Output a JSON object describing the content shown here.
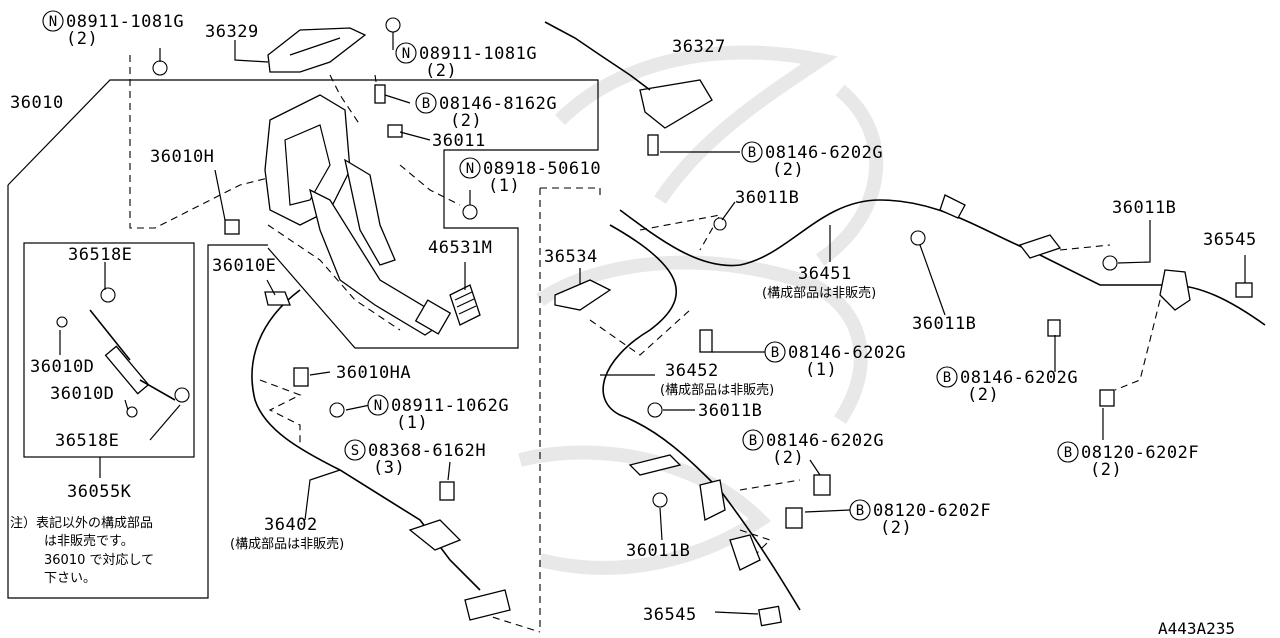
{
  "diagram": {
    "reference_code": "A443A235",
    "labels": {
      "n_08911_1081g_a": "08911-1081G",
      "n_08911_1081g_a_qty": "(2)",
      "p36329": "36329",
      "n_08911_1081g_b": "08911-1081G",
      "n_08911_1081g_b_qty": "(2)",
      "p36010": "36010",
      "b_08146_8162g": "08146-8162G",
      "b_08146_8162g_qty": "(2)",
      "p36011": "36011",
      "p36010h": "36010H",
      "n_08918_50610": "08918-50610",
      "n_08918_50610_qty": "(1)",
      "p36327": "36327",
      "b_08146_6202g_top": "08146-6202G",
      "b_08146_6202g_top_qty": "(2)",
      "p36011b_a": "36011B",
      "p36011b_b": "36011B",
      "p36545_right": "36545",
      "p36518e_a": "36518E",
      "p36010e": "36010E",
      "p46531m": "46531M",
      "p36534": "36534",
      "p36451": "36451",
      "p36451_note": "(構成部品は非販売)",
      "p36011b_c": "36011B",
      "p36010d_a": "36010D",
      "p36010ha": "36010HA",
      "b_08146_6202g_mid": "08146-6202G",
      "b_08146_6202g_mid_qty": "(1)",
      "b_08146_6202g_r": "08146-6202G",
      "b_08146_6202g_r_qty": "(2)",
      "p36452": "36452",
      "p36452_note": "(構成部品は非販売)",
      "p36010d_b": "36010D",
      "n_08911_1062g": "08911-1062G",
      "n_08911_1062g_qty": "(1)",
      "p36011b_d": "36011B",
      "p36518e_b": "36518E",
      "b_08146_6202g_low": "08146-6202G",
      "b_08146_6202g_low_qty": "(2)",
      "s_08368_6162h": "08368-6162H",
      "s_08368_6162h_qty": "(3)",
      "b_08120_6202f_r": "08120-6202F",
      "b_08120_6202f_r_qty": "(2)",
      "p36055k": "36055K",
      "p36402": "36402",
      "p36402_note": "(構成部品は非販売)",
      "b_08120_6202f_low": "08120-6202F",
      "b_08120_6202f_low_qty": "(2)",
      "p36011b_e": "36011B",
      "p36545_bottom": "36545",
      "note_line1": "注）表記以外の構成部品",
      "note_line2": "は非販売です。",
      "note_line3": "36010 で対応して",
      "note_line4": "下さい。"
    },
    "prefix_letters": {
      "n": "N",
      "b": "B",
      "s": "S"
    }
  }
}
